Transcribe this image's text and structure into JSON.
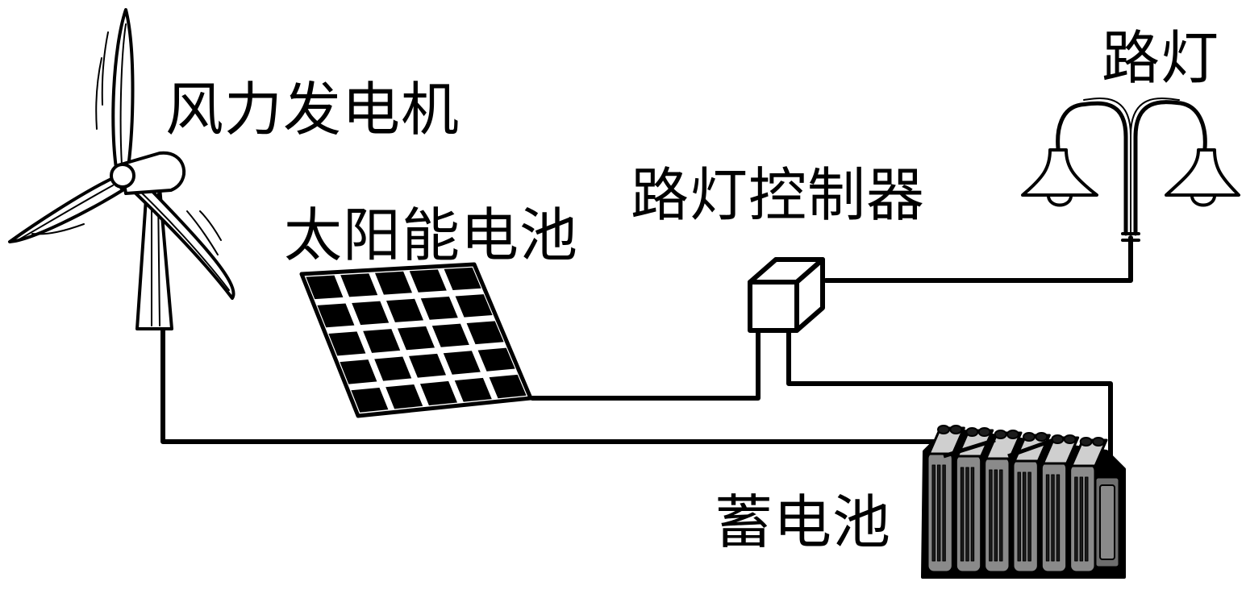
{
  "labels": {
    "wind_turbine": "风力发电机",
    "solar_panel": "太阳能电池",
    "controller": "路灯控制器",
    "street_lamp": "路灯",
    "battery": "蓄电池"
  },
  "panel": {
    "rows": 5,
    "cols": 5
  },
  "battery": {
    "cells": 6
  },
  "colors": {
    "line": "#000000",
    "background": "#ffffff",
    "battery_body": "#8a8a8a",
    "battery_top": "#cfcfcf",
    "battery_end": "#6e6e6e"
  }
}
